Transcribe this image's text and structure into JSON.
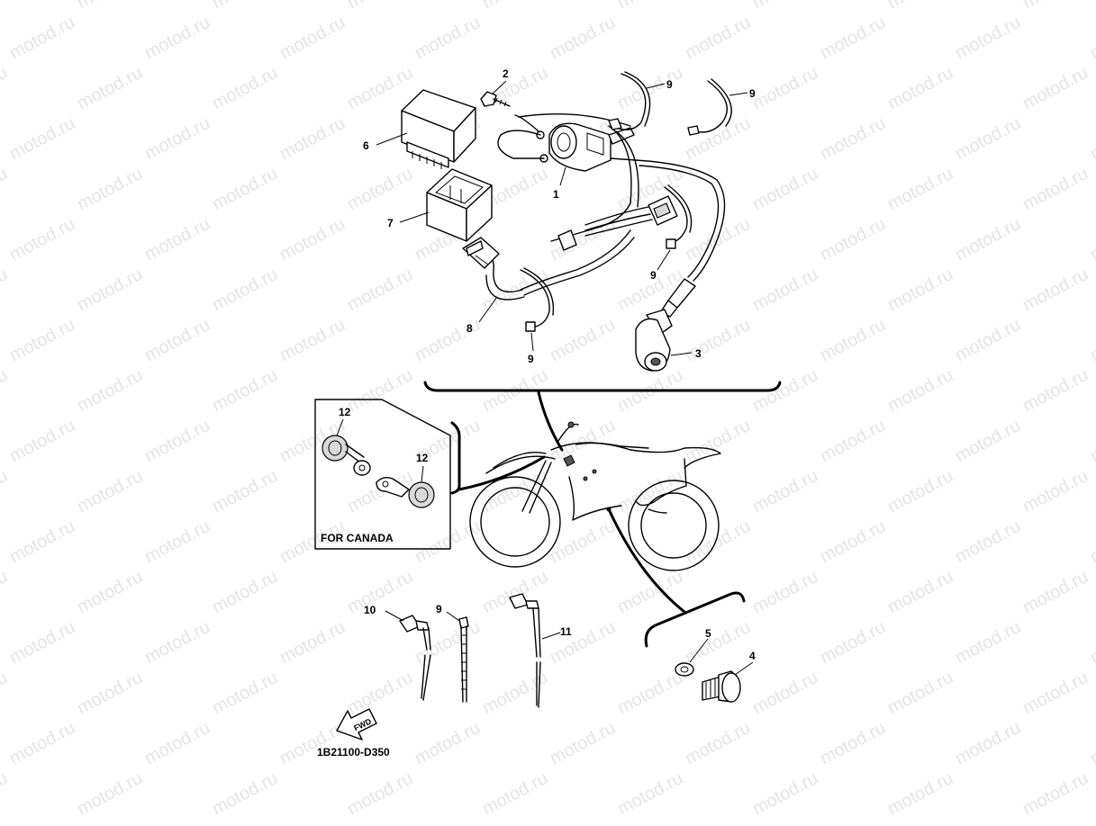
{
  "watermark": {
    "text": "motod.ru",
    "color": "#cfcfcf"
  },
  "diagram_code": "1B21100-D350",
  "inset": {
    "caption": "FOR CANADA"
  },
  "fwd_label": "FWD",
  "callouts": {
    "c1": "1",
    "c2": "2",
    "c3": "3",
    "c4": "4",
    "c5": "5",
    "c6": "6",
    "c7": "7",
    "c8": "8",
    "c9a": "9",
    "c9b": "9",
    "c9c": "9",
    "c9d": "9",
    "c9e": "9",
    "c10": "10",
    "c11": "11",
    "c12a": "12",
    "c12b": "12"
  }
}
